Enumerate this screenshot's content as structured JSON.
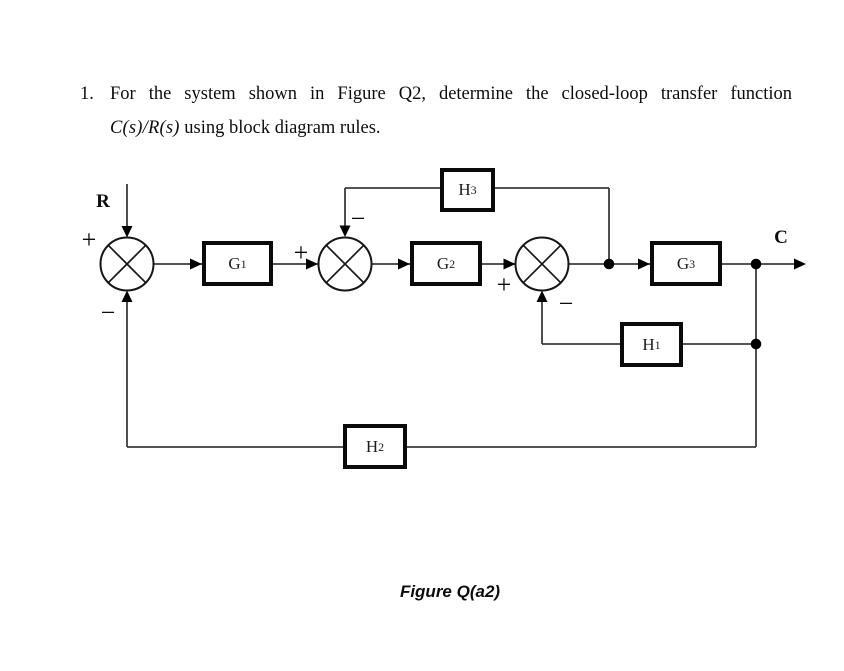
{
  "question": {
    "number": "1.",
    "line1": "For the system shown in Figure Q2, determine the closed-loop transfer function",
    "math_expression": "C(s)/R(s)",
    "line2": " using block diagram rules."
  },
  "diagram": {
    "input_label": "R",
    "output_label": "C",
    "blocks": [
      {
        "id": "G1",
        "base": "G",
        "sub": "1"
      },
      {
        "id": "G2",
        "base": "G",
        "sub": "2"
      },
      {
        "id": "G3",
        "base": "G",
        "sub": "3"
      },
      {
        "id": "H1",
        "base": "H",
        "sub": "1"
      },
      {
        "id": "H2",
        "base": "H",
        "sub": "2"
      },
      {
        "id": "H3",
        "base": "H",
        "sub": "3"
      }
    ],
    "signs": {
      "sum1_plus": "+",
      "sum1_minus": "−",
      "sum2_plus": "+",
      "sum2_minus": "−",
      "sum3_plus": "+",
      "sum3_minus": "−"
    }
  },
  "caption": "Figure Q(a2)",
  "colors": {
    "ink": "#000000",
    "wire": "#3c3c3c",
    "background": "#ffffff"
  }
}
